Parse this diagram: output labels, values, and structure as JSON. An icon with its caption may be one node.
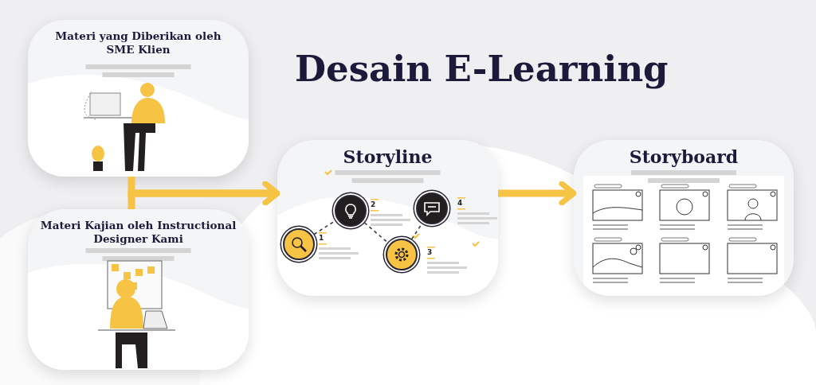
{
  "diagram": {
    "title": "Desain E-Learning",
    "nodes": [
      {
        "text": [
          "Materi yang Diberikan oleh SME Klien"
        ]
      },
      {
        "text": [
          "Materi Kajian oleh Instructional Designer Kami"
        ]
      },
      {
        "text": [
          "Storyline"
        ]
      },
      {
        "text": [
          "Storyboard"
        ]
      },
      {
        "text": [],
        "shape": "circle",
        "in": 2,
        "beside": [
          "1"
        ]
      },
      {
        "text": [],
        "shape": "circle",
        "in": 2,
        "beside": [
          "2"
        ]
      },
      {
        "text": [],
        "shape": "circle",
        "in": 2,
        "beside": [
          "3"
        ]
      },
      {
        "text": [],
        "shape": "circle",
        "in": 2,
        "beside": [
          "4"
        ]
      }
    ],
    "edges": [
      {
        "from": 0,
        "to": 2,
        "arrow": "to",
        "style": "thick"
      },
      {
        "from": 1,
        "to": 2,
        "arrow": "to",
        "style": "thick"
      },
      {
        "from": 2,
        "to": 3,
        "arrow": "to",
        "style": "thick"
      },
      {
        "from": 4,
        "to": 5,
        "arrow": "none",
        "style": "dashed",
        "color": "#3a3a4a"
      },
      {
        "from": 5,
        "to": 6,
        "arrow": "none",
        "style": "dashed",
        "color": "#3a3a4a"
      },
      {
        "from": 6,
        "to": 7,
        "arrow": "none",
        "style": "dashed",
        "color": "#3a3a4a"
      }
    ]
  }
}
